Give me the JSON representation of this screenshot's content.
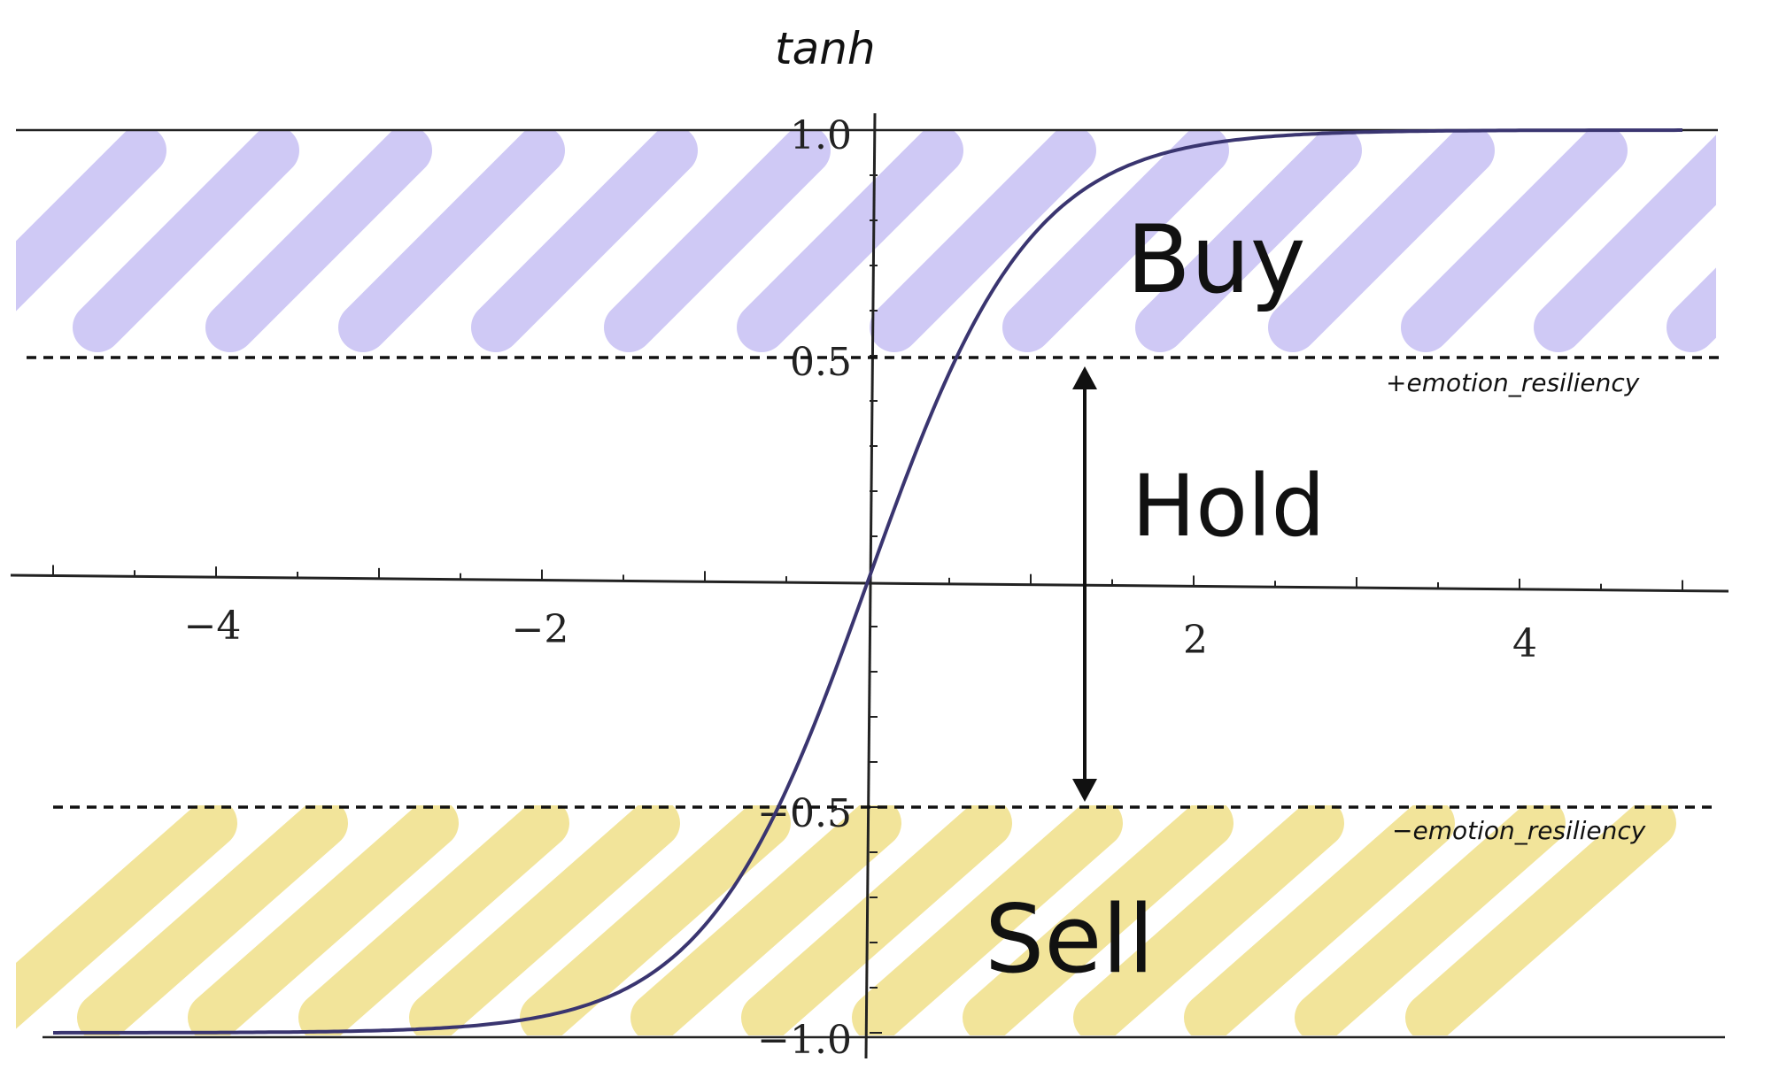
{
  "chart_data": {
    "type": "line",
    "title": "",
    "ylabel": "tanh",
    "xlabel": "",
    "xlim": [
      -5.2,
      5.2
    ],
    "ylim": [
      -1.0,
      1.0
    ],
    "x_ticks": [
      "-4",
      "-2",
      "2",
      "4"
    ],
    "y_ticks": [
      "1.0",
      "0.5",
      "-0.5",
      "-1.0"
    ],
    "grid": false,
    "series": [
      {
        "function": "tanh",
        "x": [
          -5,
          -4,
          -3,
          -2.5,
          -2,
          -1.5,
          -1,
          -0.5,
          0,
          0.5,
          1,
          1.5,
          2,
          2.5,
          3,
          4,
          5
        ],
        "values": [
          -0.9999,
          -0.9993,
          -0.9951,
          -0.9866,
          -0.964,
          -0.9051,
          -0.7616,
          -0.4621,
          0,
          0.4621,
          0.7616,
          0.9051,
          0.964,
          0.9866,
          0.9951,
          0.9993,
          0.9999
        ]
      }
    ],
    "thresholds": [
      {
        "value": 0.5,
        "label": "+emotion_resiliency"
      },
      {
        "value": -0.5,
        "label": "−emotion_resiliency"
      }
    ],
    "regions": [
      {
        "label": "Buy",
        "from": 0.5,
        "to": 1.0,
        "color": "#cfc9f5"
      },
      {
        "label": "Hold",
        "from": -0.5,
        "to": 0.5
      },
      {
        "label": "Sell",
        "from": -1.0,
        "to": -0.5,
        "color": "#f2e49a"
      }
    ]
  },
  "colors": {
    "curve": "#3a3570",
    "axis": "#222222",
    "buy_hatch": "#cfc9f5",
    "sell_hatch": "#f2e49a"
  }
}
